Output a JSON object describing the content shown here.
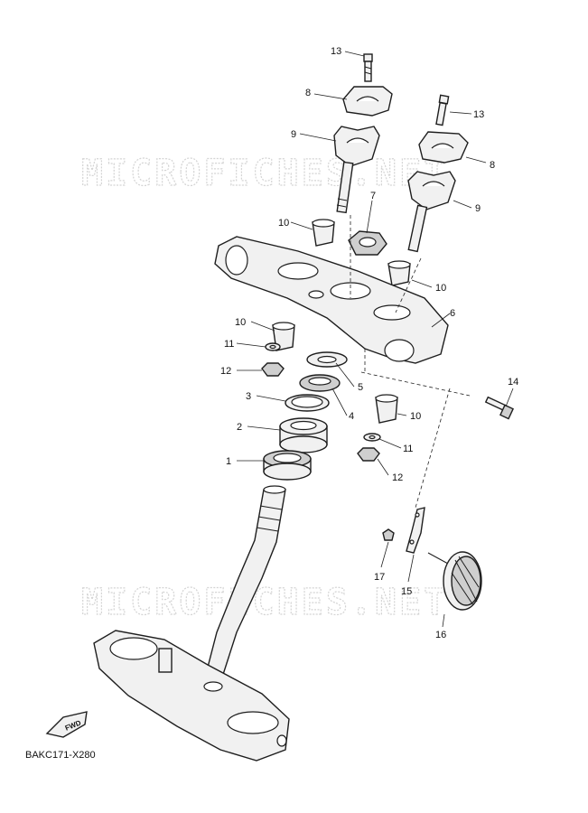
{
  "watermark": "MICROFICHES.NET",
  "diagram_code": "BAKC171-X280",
  "fwd_label": "FWD",
  "callouts": {
    "c1": "1",
    "c2": "2",
    "c3": "3",
    "c4": "4",
    "c5": "5",
    "c6": "6",
    "c7": "7",
    "c8a": "8",
    "c8b": "8",
    "c9a": "9",
    "c9b": "9",
    "c10a": "10",
    "c10b": "10",
    "c10c": "10",
    "c10d": "10",
    "c11a": "11",
    "c11b": "11",
    "c12a": "12",
    "c12b": "12",
    "c13a": "13",
    "c13b": "13",
    "c14": "14",
    "c15": "15",
    "c16": "16",
    "c17": "17"
  }
}
